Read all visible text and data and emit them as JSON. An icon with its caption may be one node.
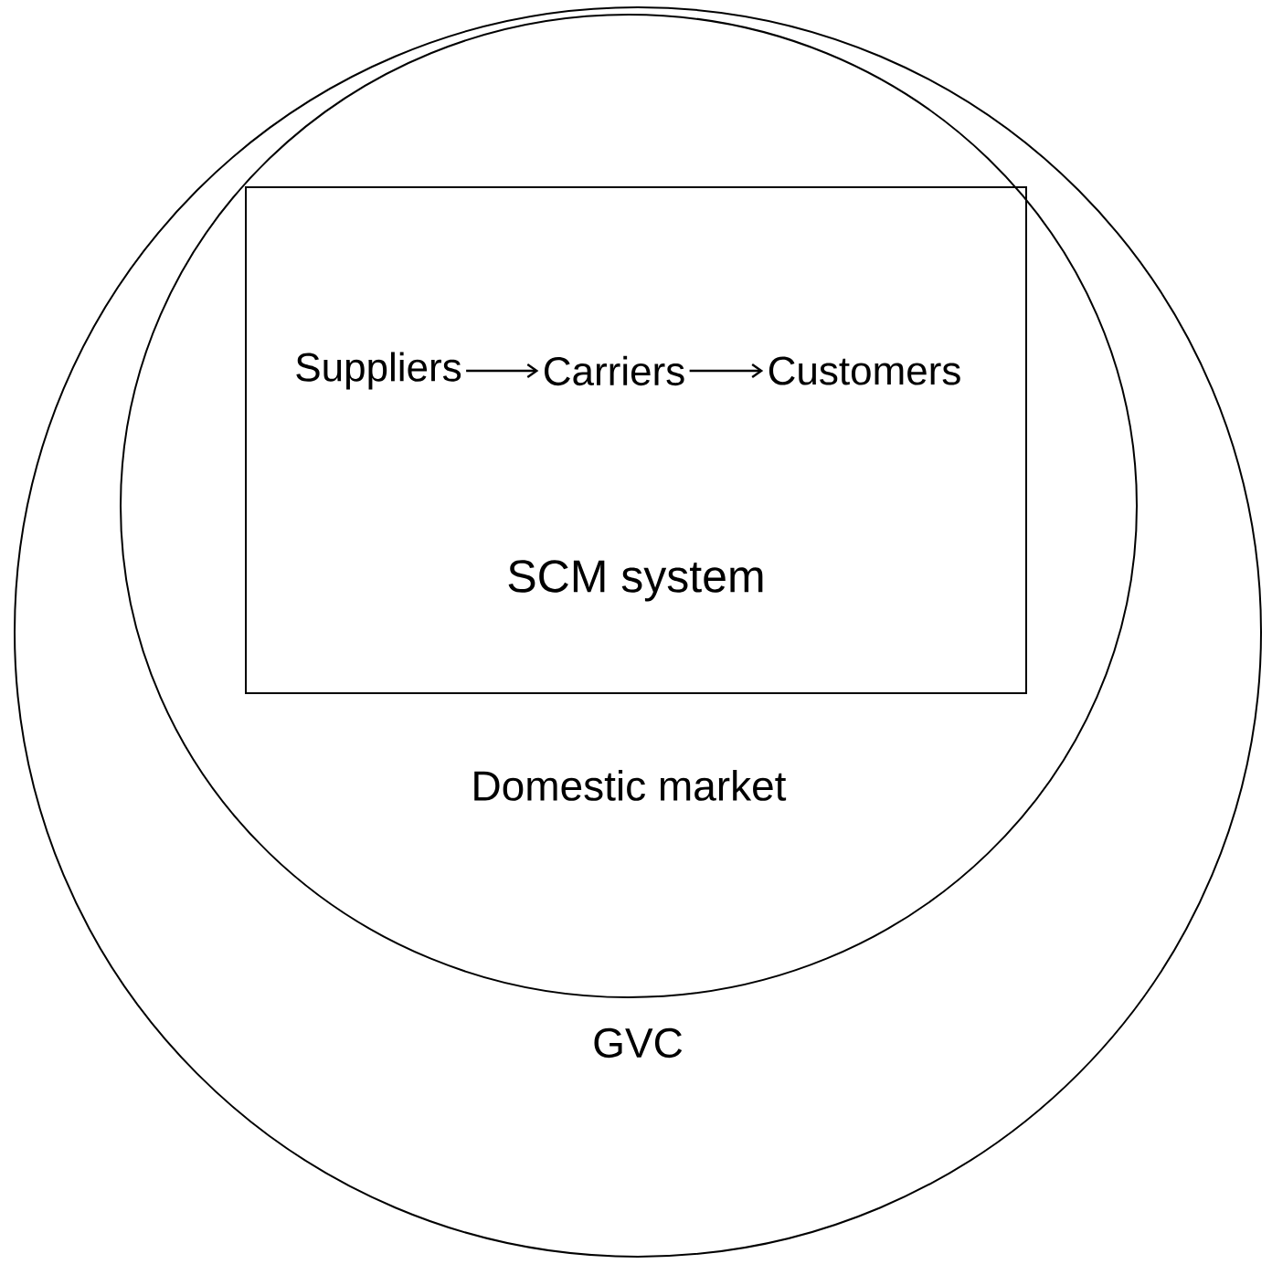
{
  "diagram": {
    "nodes": [
      {
        "text": [
          "GVC"
        ]
      },
      {
        "text": [
          "Domestic market"
        ],
        "in": 0
      },
      {
        "text": [
          "SCM system"
        ],
        "in": 1
      },
      {
        "text": [
          "Suppliers"
        ],
        "in": 2
      },
      {
        "text": [
          "Carriers"
        ],
        "in": 2
      },
      {
        "text": [
          "Customers"
        ],
        "in": 2
      }
    ],
    "edges": [
      {
        "from": 3,
        "to": 4,
        "arrow": "to"
      },
      {
        "from": 4,
        "to": 5,
        "arrow": "to"
      }
    ]
  }
}
